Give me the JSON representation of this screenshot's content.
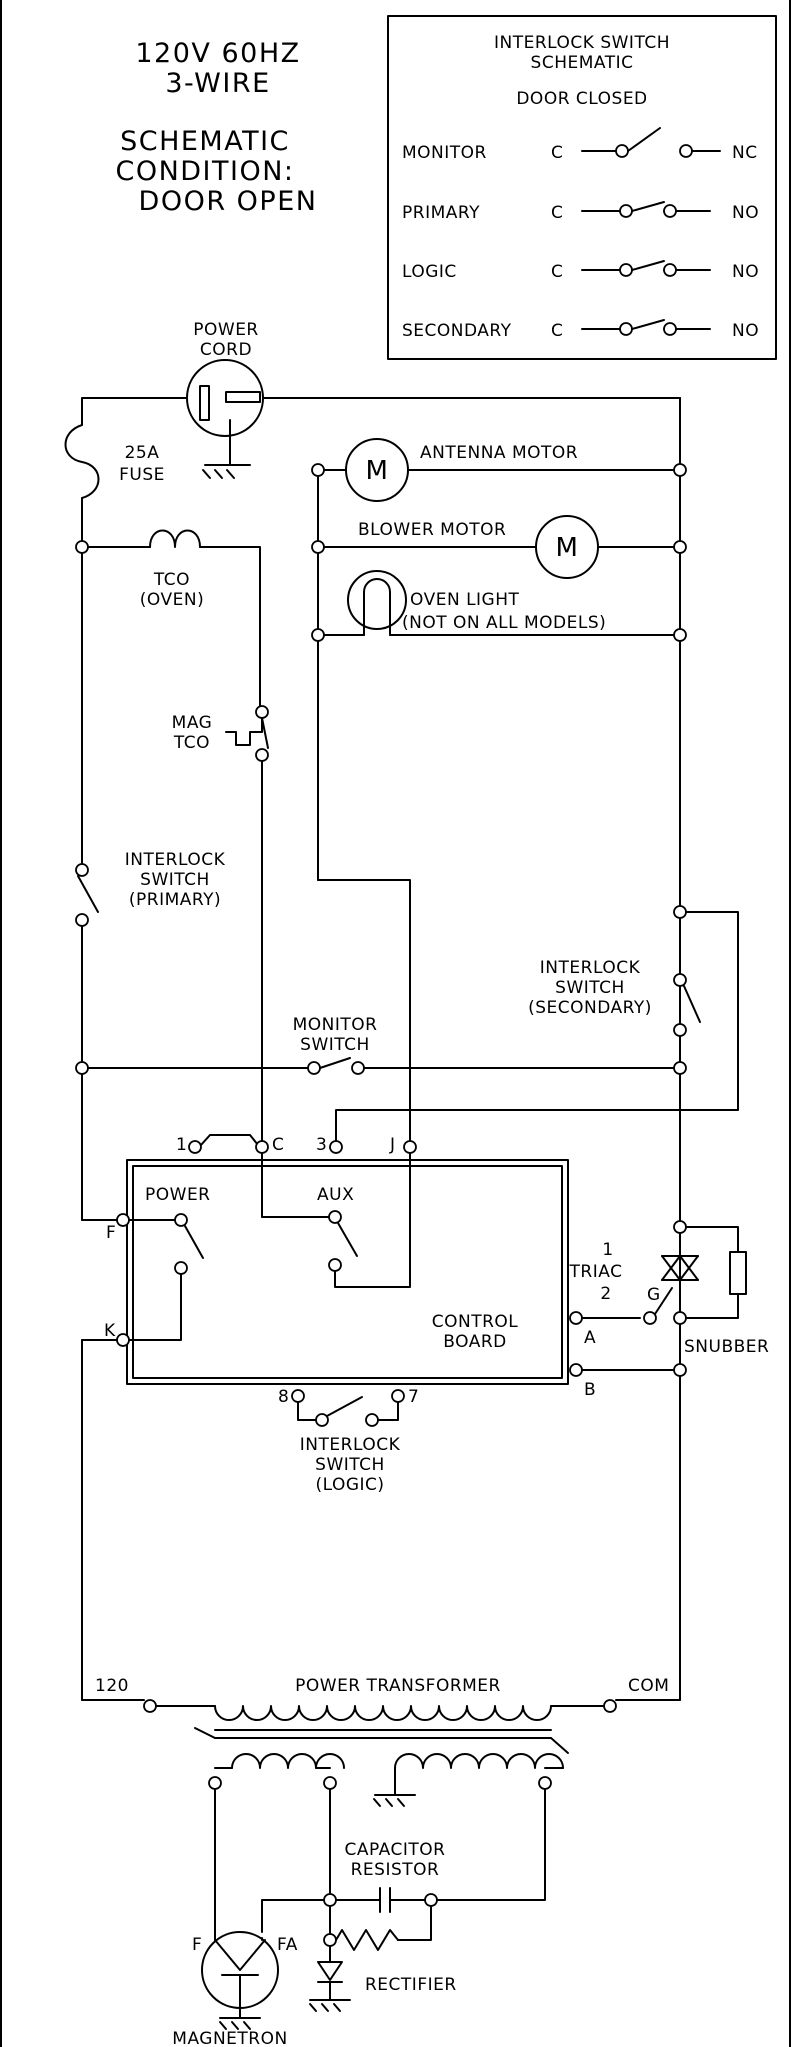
{
  "header": {
    "supply_line1": "120V 60HZ",
    "supply_line2": "3-WIRE",
    "condition_line1": "SCHEMATIC",
    "condition_line2": "CONDITION:",
    "condition_line3": "DOOR OPEN"
  },
  "legend": {
    "title_line1": "INTERLOCK SWITCH",
    "title_line2": "SCHEMATIC",
    "subtitle": "DOOR CLOSED",
    "rows": [
      {
        "name": "MONITOR",
        "common": "C",
        "state": "NC"
      },
      {
        "name": "PRIMARY",
        "common": "C",
        "state": "NO"
      },
      {
        "name": "LOGIC",
        "common": "C",
        "state": "NO"
      },
      {
        "name": "SECONDARY",
        "common": "C",
        "state": "NO"
      }
    ]
  },
  "components": {
    "power_cord_line1": "POWER",
    "power_cord_line2": "CORD",
    "fuse_line1": "25A",
    "fuse_line2": "FUSE",
    "tco_oven_line1": "TCO",
    "tco_oven_line2": "(OVEN)",
    "mag_tco_line1": "MAG",
    "mag_tco_line2": "TCO",
    "antenna_motor": "ANTENNA MOTOR",
    "blower_motor": "BLOWER MOTOR",
    "motor_symbol": "M",
    "oven_light_line1": "OVEN LIGHT",
    "oven_light_line2": "(NOT ON ALL MODELS)",
    "primary_switch_line1": "INTERLOCK",
    "primary_switch_line2": "SWITCH",
    "primary_switch_line3": "(PRIMARY)",
    "secondary_switch_line1": "INTERLOCK",
    "secondary_switch_line2": "SWITCH",
    "secondary_switch_line3": "(SECONDARY)",
    "monitor_switch_line1": "MONITOR",
    "monitor_switch_line2": "SWITCH",
    "logic_switch_line1": "INTERLOCK",
    "logic_switch_line2": "SWITCH",
    "logic_switch_line3": "(LOGIC)",
    "control_board_line1": "CONTROL",
    "control_board_line2": "BOARD",
    "power_relay": "POWER",
    "aux_relay": "AUX",
    "triac_line1": "1",
    "triac_line2": "TRIAC",
    "triac_line3": "2",
    "triac_gate": "G",
    "snubber": "SNUBBER",
    "power_transformer": "POWER TRANSFORMER",
    "transformer_120": "120",
    "transformer_com": "COM",
    "capacitor_line1": "CAPACITOR",
    "capacitor_line2": "RESISTOR",
    "rectifier": "RECTIFIER",
    "magnetron": "MAGNETRON",
    "magnetron_f": "F",
    "magnetron_fa": "FA"
  },
  "pins": {
    "p1": "1",
    "pC": "C",
    "p3": "3",
    "pJ": "J",
    "pF": "F",
    "pK": "K",
    "pA": "A",
    "pB": "B",
    "p8": "8",
    "p7": "7"
  }
}
